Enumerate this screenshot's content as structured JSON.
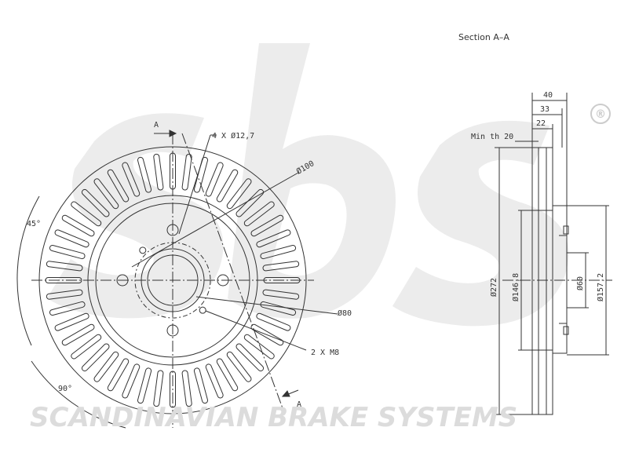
{
  "title": "Section A–A",
  "watermark": {
    "logo_text": "sbs",
    "registered_symbol": "®",
    "tagline": "SCANDINAVIAN BRAKE SYSTEMS"
  },
  "front_view": {
    "section_mark_top": "A",
    "section_mark_bottom": "A",
    "bolt_holes": "4 X Ø12,7",
    "pcd": "Ø100",
    "center_bore": "Ø80",
    "threads": "2 X M8",
    "angle_45": "45°",
    "angle_90": "90°"
  },
  "section_view": {
    "width_total": "40",
    "width_hat": "33",
    "width_disc": "22",
    "min_th": "Min th 20",
    "outer_diameter": "Ø272",
    "diameter_1468": "Ø146,8",
    "diameter_60": "Ø60",
    "diameter_1572": "Ø157,2"
  },
  "colors": {
    "line": "#333333",
    "watermark": "#dcdcdc"
  }
}
